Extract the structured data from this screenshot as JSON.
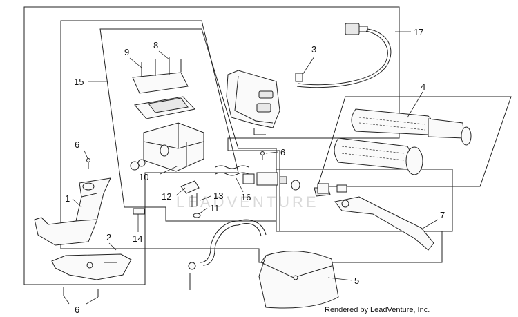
{
  "callouts": {
    "c1": "1",
    "c2": "2",
    "c3": "3",
    "c4": "4",
    "c5": "5",
    "c6a": "6",
    "c6b": "6",
    "c6c": "6",
    "c7": "7",
    "c8": "8",
    "c9": "9",
    "c10": "10",
    "c11": "11",
    "c12": "12",
    "c13": "13",
    "c14": "14",
    "c15": "15",
    "c16": "16",
    "c17": "17"
  },
  "credit": "Rendered by LeadVenture, Inc.",
  "watermark": "LEADVENTURE"
}
